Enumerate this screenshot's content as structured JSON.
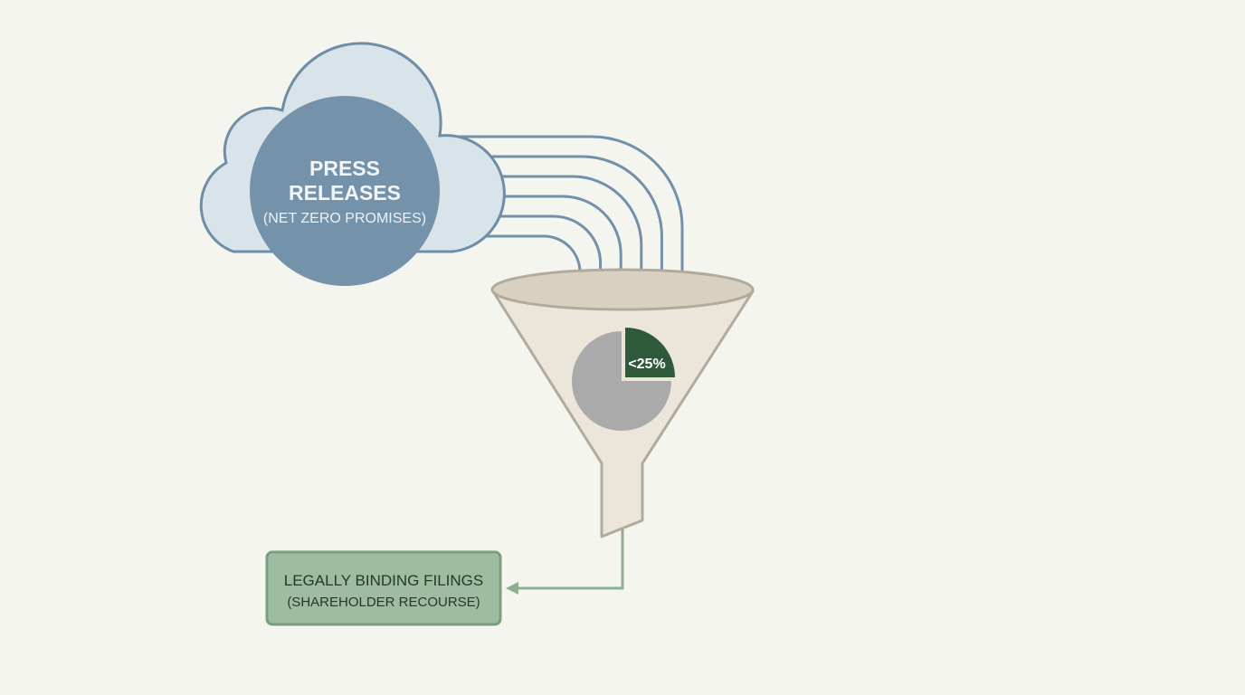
{
  "source": {
    "title_line1": "PRESS",
    "title_line2": "RELEASES",
    "subtitle": "(NET ZERO PROMISES)"
  },
  "funnel": {
    "pie_label": "<25%",
    "pie_fraction": 0.25
  },
  "output": {
    "line1": "LEGALLY BINDING FILINGS",
    "line2": "(SHAREHOLDER RECOURSE)"
  },
  "flow_count": 6,
  "colors": {
    "background": "#f5f5f0",
    "cloud_fill": "#d9e3ea",
    "cloud_stroke": "#6f8ea6",
    "circle_fill": "#7493ab",
    "arrow": "#7390a8",
    "funnel_fill": "#ece6da",
    "funnel_stroke": "#b3ab9a",
    "pie_gray": "#aaaaaa",
    "pie_green": "#2f5a3a",
    "box_fill": "#9ebca0",
    "box_stroke": "#7b9e7e",
    "box_text": "#26382a"
  }
}
